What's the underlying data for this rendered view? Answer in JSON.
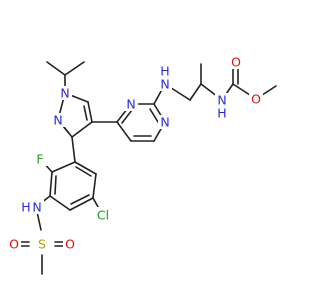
{
  "colors": {
    "bond": "#222222",
    "nitrogen": "#2b2bd6",
    "oxygen": "#e01010",
    "fluorine": "#2e9e2e",
    "chlorine": "#1f9e1f",
    "sulfur": "#b8a000",
    "carbon": "#222222"
  },
  "atoms": {
    "n_pyrazole_1": "N",
    "n_pyrazole_2": "N",
    "n_pyrimidine_1": "N",
    "n_pyrimidine_2": "N",
    "nh_amine": "N",
    "h_amine": "H",
    "nh_carbamate": "N",
    "h_carbamate": "H",
    "o_carbonyl": "O",
    "o_ester": "O",
    "f": "F",
    "cl": "Cl",
    "nh_sulfonamide": "N",
    "h_sulfonamide": "H",
    "s": "S",
    "o_sulfonyl_1": "O",
    "o_sulfonyl_2": "O"
  }
}
